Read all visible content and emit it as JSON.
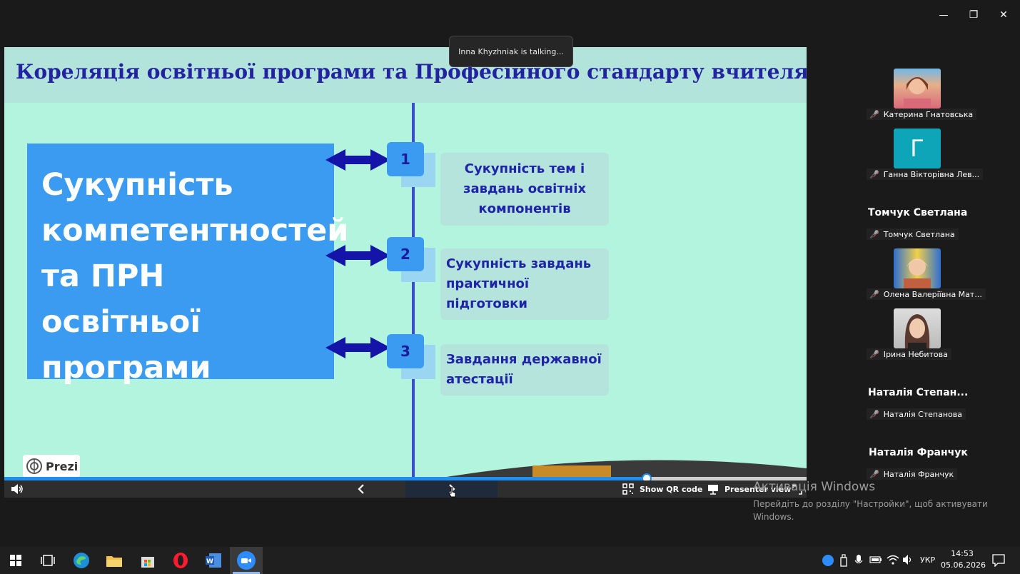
{
  "window": {
    "minimize_glyph": "—",
    "restore_glyph": "❐",
    "close_glyph": "✕"
  },
  "toast": "Inna Khyzhniak is talking...",
  "slide": {
    "title": "Кореляція освітньої програми та Професійного стандарту вчителя",
    "big_box_text": "Сукупність компетентностей та ПРН освітньої програми",
    "items": [
      {
        "number": "1",
        "text": "Сукупність тем і завдань освітніх компонентів"
      },
      {
        "number": "2",
        "text": "Сукупність завдань практичної підготовки"
      },
      {
        "number": "3",
        "text": "Завдання державної атестації"
      }
    ],
    "logo_text": "Prezi"
  },
  "player": {
    "progress_percent": 80,
    "qr_label": "Show QR code",
    "presenter_label": "Presenter view",
    "volume_icon": "speaker-icon",
    "prev_icon": "chevron-left-icon",
    "next_icon": "chevron-right-icon"
  },
  "participants": [
    {
      "display": "Катерина Гнатовська",
      "tile": "photo",
      "photo_color": "#d96a7a"
    },
    {
      "display": "Ганна Вікторівна Лев...",
      "tile": "initial",
      "initial": "Г",
      "tile_color": "#0ea5b8"
    },
    {
      "display": "Томчук Светлана",
      "tile": "name",
      "big_name": "Томчук Светлана"
    },
    {
      "display": "Олена Валеріївна Мат...",
      "tile": "photo",
      "photo_color": "#e8b04a"
    },
    {
      "display": "Ірина Небитова",
      "tile": "photo",
      "photo_color": "#8a5a48"
    },
    {
      "display": "Наталія Степанова",
      "tile": "name",
      "big_name": "Наталія Степан..."
    },
    {
      "display": "Наталія Франчук",
      "tile": "name",
      "big_name": "Наталія Франчук"
    }
  ],
  "watermark": {
    "title": "Активація Windows",
    "subtitle": "Перейдіть до розділу \"Настройки\", щоб активувати Windows."
  },
  "taskbar": {
    "language": "УКР",
    "time": "14:53",
    "date": "05.06.2026",
    "apps": [
      "start",
      "task-view",
      "edge",
      "file-explorer",
      "store",
      "opera",
      "word",
      "zoom"
    ]
  },
  "colors": {
    "slide_bg": "#b2f4de",
    "title_color": "#2323a0",
    "accent_blue": "#3a9bf0",
    "arrow": "#1414a8"
  }
}
